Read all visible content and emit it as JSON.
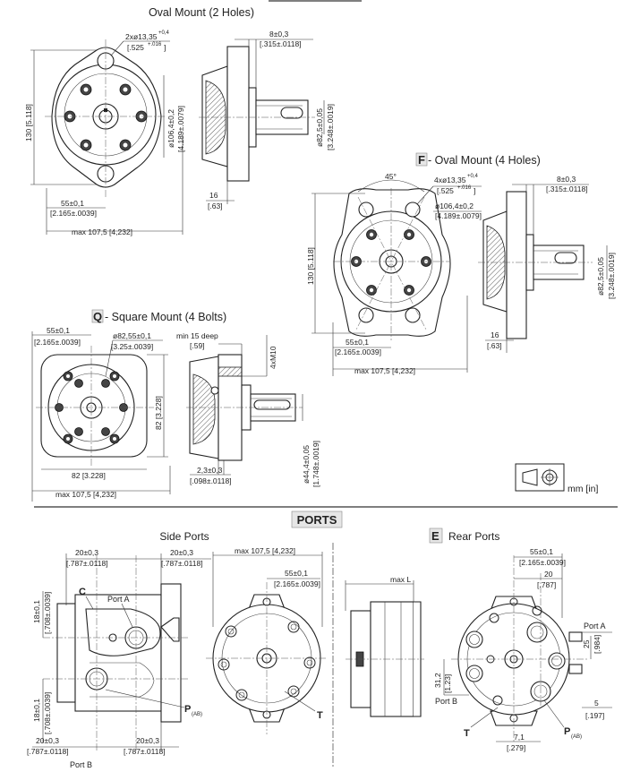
{
  "titles": {
    "oval2": "Oval Mount (2 Holes)",
    "f_letter": "F",
    "f_text": " - Oval Mount (4 Holes)",
    "q_letter": "Q",
    "q_text": " - Square Mount (4 Bolts)",
    "ports": "PORTS",
    "side_ports": "Side Ports",
    "e_letter": "E",
    "rear_ports": "Rear Ports"
  },
  "oval2": {
    "holes": "2xø13,35",
    "holes_tol": "+0,4",
    "holes_in": "[.525",
    "holes_in_tol": "+.016",
    "holes_in_end": "]",
    "dim_130": "130 [5.118]",
    "pcd": "ø106,4±0,2",
    "pcd_in": "[4.189±.0079]",
    "dim_55": "55±0,1",
    "dim_55_in": "[2.165±.0039]",
    "max": "max 107,5 [4,232]",
    "dim_8": "8±0,3",
    "dim_8_in": "[.315±.0118]",
    "shaft": "ø82,5±0,05",
    "shaft_in": "[3.248±.0019]",
    "dim_16": "16",
    "dim_16_in": "[.63]"
  },
  "f": {
    "angle": "45°",
    "holes": "4xø13,35",
    "holes_tol": "+0,4",
    "holes_in": "[.525",
    "holes_in_tol": "+.016",
    "holes_in_end": "]",
    "pcd": "ø106,4±0,2",
    "pcd_in": "[4.189±.0079]",
    "dim_130": "130 [5.118]",
    "dim_55": "55±0,1",
    "dim_55_in": "[2.165±.0039]",
    "max": "max 107,5 [4,232]",
    "dim_8": "8±0,3",
    "dim_8_in": "[.315±.0118]",
    "shaft": "ø82,5±0,05",
    "shaft_in": "[3.248±.0019]",
    "dim_16": "16",
    "dim_16_in": "[.63]"
  },
  "q": {
    "dim_55": "55±0,1",
    "dim_55_in": "[2.165±.0039]",
    "pcd": "ø82,55±0,1",
    "pcd_in": "[3.25±.0039]",
    "dim_82v": "82 [3.228]",
    "dim_82": "82 [3.228]",
    "max": "max 107,5 [4,232]",
    "min15": "min 15 deep",
    "min15_in": "[.59]",
    "thread": "4xM10",
    "shaft": "ø44,4±0,05",
    "shaft_in": "[1.748±.0019]",
    "dim_23": "2,3±0,3",
    "dim_23_in": "[.098±.0118]"
  },
  "units": "mm [in]",
  "side": {
    "d20a": "20±0,3",
    "d20a_in": "[.787±.0118]",
    "d20b": "20±0,3",
    "d20b_in": "[.787±.0118]",
    "d20c": "20±0,3",
    "d20c_in": "[.787±.0118]",
    "d20d": "20±0,3",
    "d20d_in": "[.787±.0118]",
    "d18a": "18±0,1",
    "d18a_in": "[.708±.0039]",
    "d18b": "18±0,1",
    "d18b_in": "[.708±.0039]",
    "c": "C",
    "port_a": "Port A",
    "port_b": "Port B",
    "p": "P",
    "p_sub": "(AB)"
  },
  "front": {
    "max": "max 107,5 [4,232]",
    "d55": "55±0,1",
    "d55_in": "[2.165±.0039]",
    "t": "T"
  },
  "rearside": {
    "maxl": "max L"
  },
  "rear": {
    "d55": "55±0,1",
    "d55_in": "[2.165±.0039]",
    "d20": "20",
    "d20_in": "[.787]",
    "port_a": "Port A",
    "d25": "25",
    "d25_in": "[.984]",
    "d312": "31,2",
    "d312_in": "[1.23]",
    "port_b": "Port B",
    "d5": "5",
    "d5_in": "[.197]",
    "t": "T",
    "d71": "7,1",
    "d71_in": "[.279]",
    "p": "P",
    "p_sub": "(AB)"
  }
}
